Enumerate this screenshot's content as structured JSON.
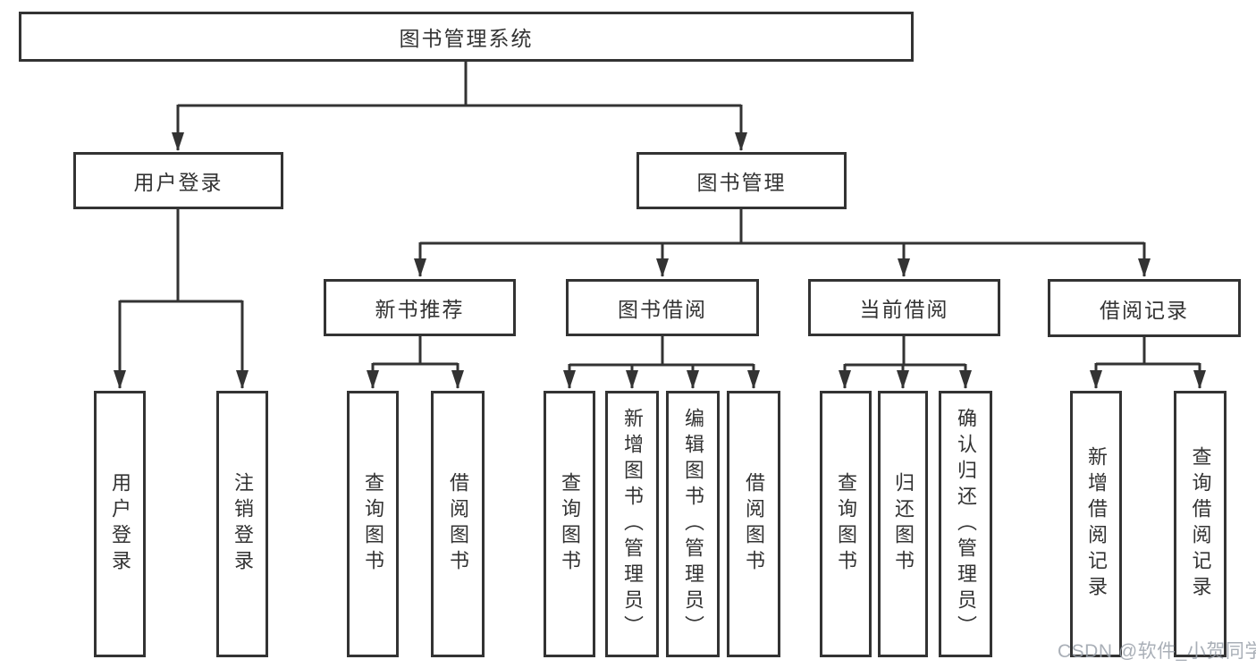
{
  "tree": {
    "label": "图书管理系统",
    "children": [
      {
        "label": "用户登录",
        "children": [
          {
            "label": "用户登录"
          },
          {
            "label": "注销登录"
          }
        ]
      },
      {
        "label": "图书管理",
        "children": [
          {
            "label": "新书推荐",
            "children": [
              {
                "label": "查询图书"
              },
              {
                "label": "借阅图书"
              }
            ]
          },
          {
            "label": "图书借阅",
            "children": [
              {
                "label": "查询图书"
              },
              {
                "label": "新增图书（管理员）"
              },
              {
                "label": "编辑图书（管理员）"
              },
              {
                "label": "借阅图书"
              }
            ]
          },
          {
            "label": "当前借阅",
            "children": [
              {
                "label": "查询图书"
              },
              {
                "label": "归还图书"
              },
              {
                "label": "确认归还（管理员）"
              }
            ]
          },
          {
            "label": "借阅记录",
            "children": [
              {
                "label": "新增借阅记录"
              },
              {
                "label": "查询借阅记录"
              }
            ]
          }
        ]
      }
    ]
  },
  "watermark": "CSDN @软件_小贺同学",
  "colors": {
    "line": "#333333",
    "text": "#333333",
    "background": "#ffffff",
    "watermark": "#9aa1aa"
  }
}
